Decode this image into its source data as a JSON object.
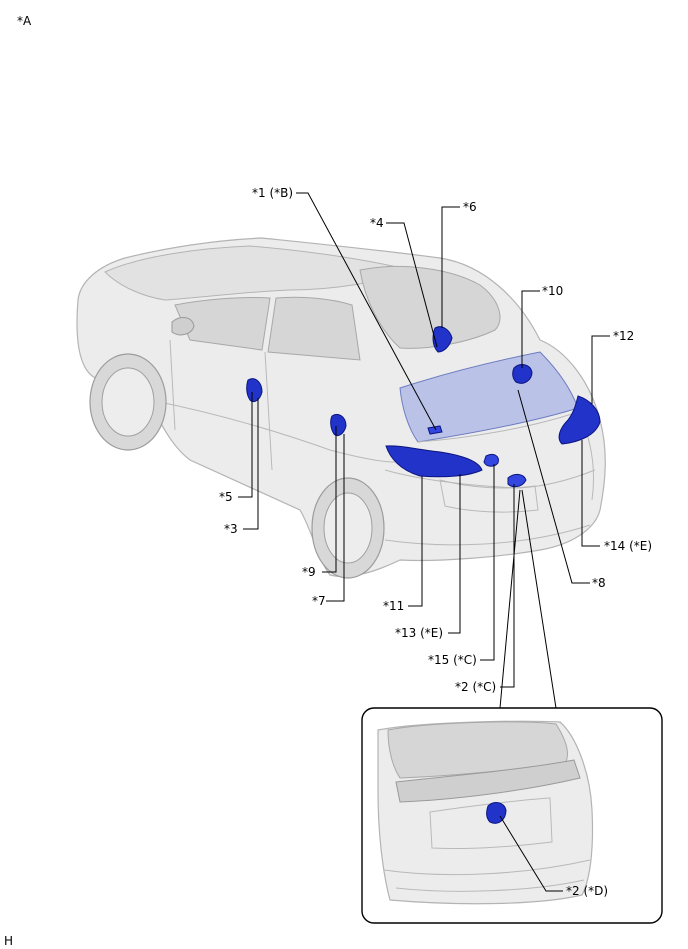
{
  "view_label": "*A",
  "footer_label": "H",
  "callouts": {
    "c1": "*1 (*B)",
    "c2": "*2 (*C)",
    "c3": "*3",
    "c4": "*4",
    "c5": "*5",
    "c6": "*6",
    "c7": "*7",
    "c8": "*8",
    "c9": "*9",
    "c10": "*10",
    "c11": "*11",
    "c12": "*12",
    "c13": "*13 (*E)",
    "c14": "*14 (*E)",
    "c15": "*15 (*C)"
  },
  "inset": {
    "callout": "*2 (*D)"
  },
  "colors": {
    "part_highlight": "#2233c9",
    "rear_glass_highlight": "#a9b6e6",
    "car_body": "#ececec",
    "leader_line": "#000000"
  }
}
